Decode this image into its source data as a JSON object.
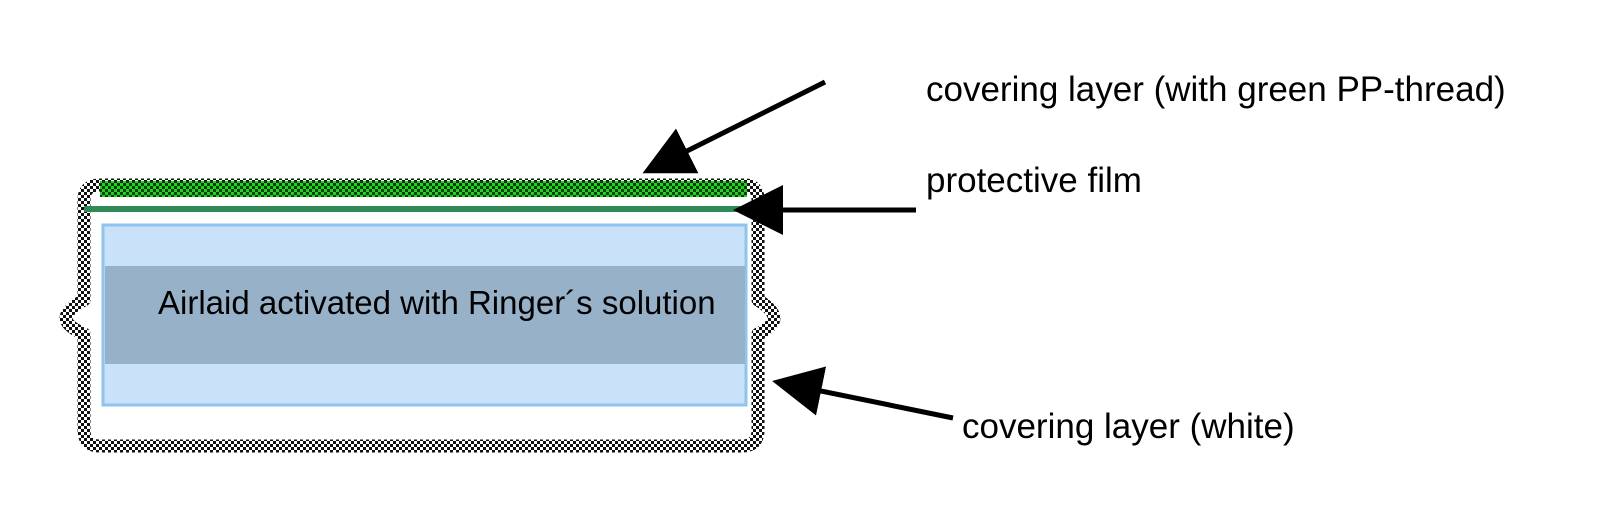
{
  "labels": {
    "covering_layer_top": "covering layer (with green PP-thread)",
    "protective_film": "protective film",
    "covering_layer_bottom": "covering layer (white)",
    "core": "Airlaid activated with Ringer´s solution"
  },
  "colors": {
    "pp_thread_green": "#1fd41f",
    "film_green": "#2e8b57",
    "airlaid_light_blue": "#c9e2fa",
    "airlaid_dark_band": "#97b1c9",
    "airlaid_border": "#8ec4ef",
    "checker_dark": "#111111",
    "arrow": "#000000"
  }
}
